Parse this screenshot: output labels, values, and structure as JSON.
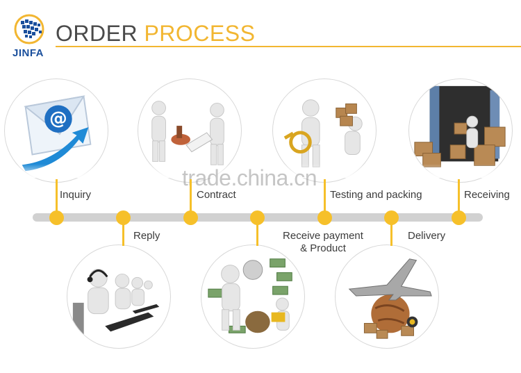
{
  "header": {
    "logo_text": "JINFA",
    "title_part1": "ORDER",
    "title_part2": "PROCESS"
  },
  "steps": [
    {
      "label": "Inquiry",
      "image": "email-at-icon"
    },
    {
      "label": "Reply",
      "image": "call-center-figures"
    },
    {
      "label": "Contract",
      "image": "contract-stamping-figures"
    },
    {
      "label": "Receive payment\n& Product",
      "image": "money-figures"
    },
    {
      "label": "Testing and packing",
      "image": "magnifier-boxes-figure"
    },
    {
      "label": "Delivery",
      "image": "airplane-globe"
    },
    {
      "label": "Receiving",
      "image": "container-boxes-figure"
    }
  ],
  "watermark": "trade.china.cn",
  "colors": {
    "accent": "#f6c02a",
    "title_gray": "#4a4a4a",
    "title_gold": "#f2b631",
    "track": "#d1d1d1",
    "logo_blue": "#1a4f9c"
  }
}
